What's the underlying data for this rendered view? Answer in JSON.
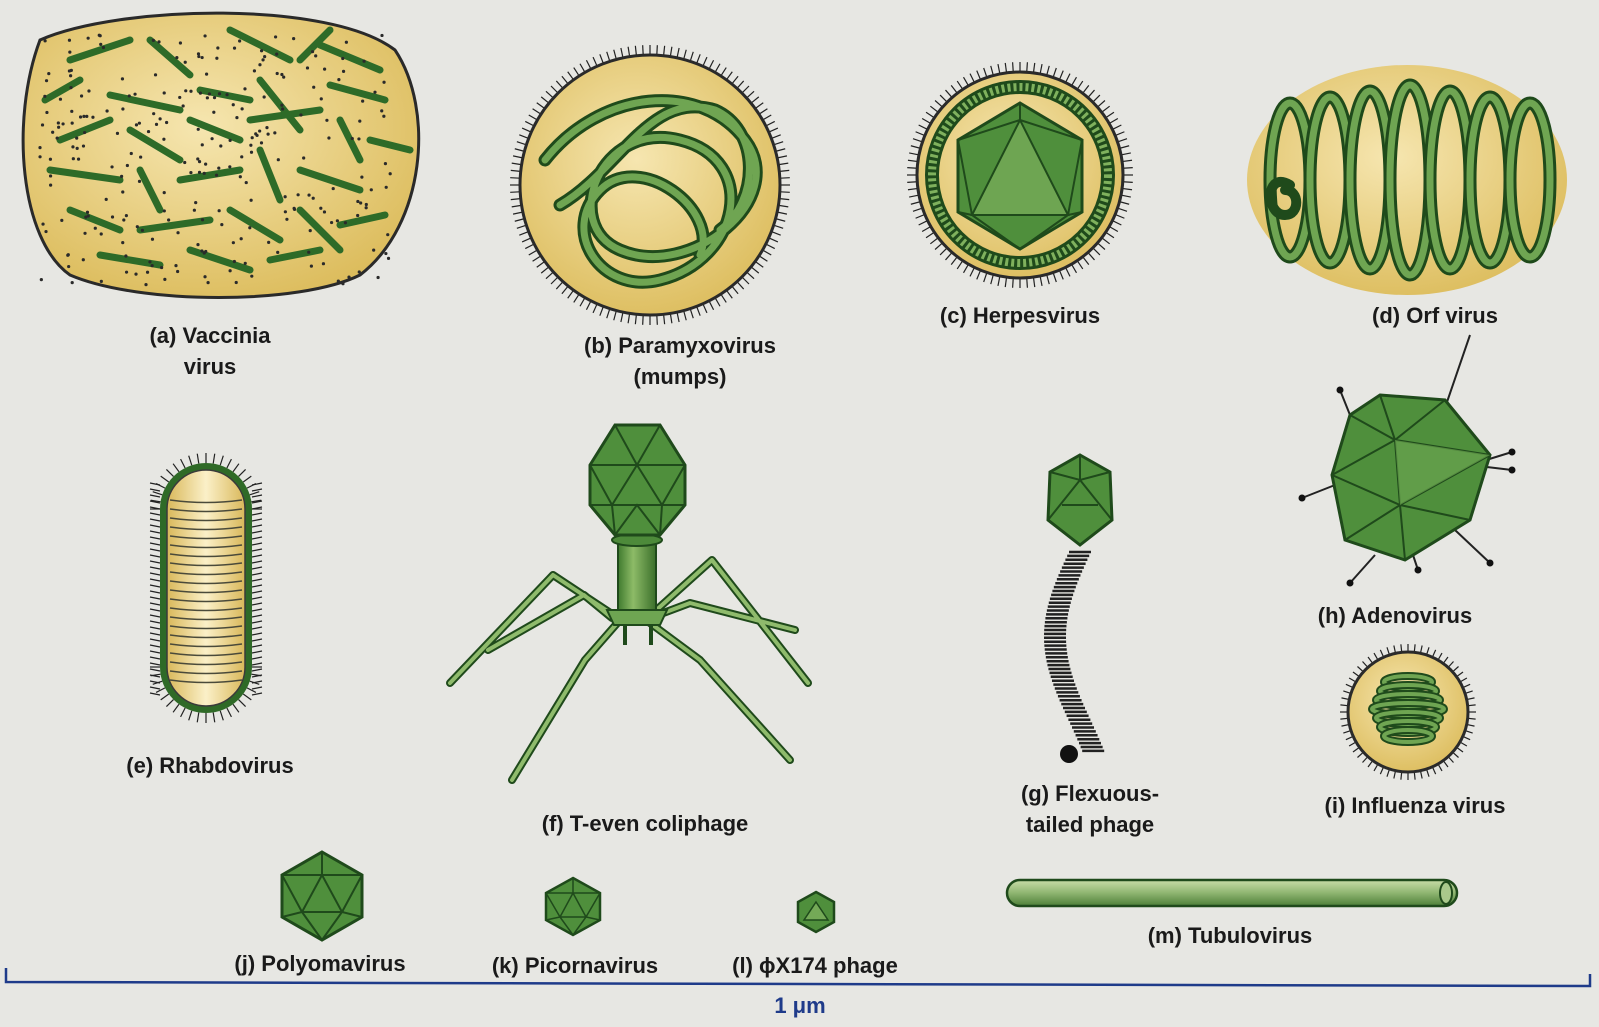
{
  "viruses": {
    "a": {
      "line1": "(a) Vaccinia",
      "line2": "virus"
    },
    "b": {
      "line1": "(b) Paramyxovirus",
      "line2": "(mumps)"
    },
    "c": {
      "line1": "(c) Herpesvirus"
    },
    "d": {
      "line1": "(d) Orf virus"
    },
    "e": {
      "line1": "(e) Rhabdovirus"
    },
    "f": {
      "line1": "(f) T-even coliphage"
    },
    "g": {
      "line1": "(g) Flexuous-",
      "line2": "tailed phage"
    },
    "h": {
      "line1": "(h) Adenovirus"
    },
    "i": {
      "line1": "(i) Influenza virus"
    },
    "j": {
      "line1": "(j) Polyomavirus"
    },
    "k": {
      "line1": "(k) Picornavirus"
    },
    "l": {
      "line1": "(l) ϕX174 phage"
    },
    "m": {
      "line1": "(m) Tubulovirus"
    }
  },
  "scale_bar": {
    "label": "1 μm"
  },
  "colors": {
    "background": "#e7e7e3",
    "envelope": "#e6c96e",
    "envelope_light": "#f3dfa0",
    "capsid_green": "#4f8f3c",
    "capsid_dark": "#1f4a1b",
    "capsid_light": "#86b764",
    "scale_blue": "#1f3b8a"
  }
}
